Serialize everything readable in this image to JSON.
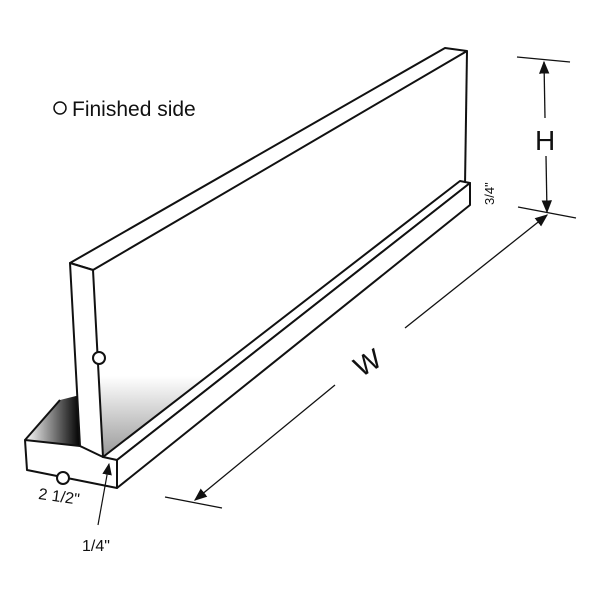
{
  "legend": {
    "symbol": "circle",
    "label": "Finished side"
  },
  "dimensions": {
    "height": "H",
    "width": "W",
    "lip_height": "3/4\"",
    "base_depth": "2 1/2\"",
    "panel_thickness": "1/4\""
  },
  "colors": {
    "line": "#111111",
    "background": "#ffffff"
  }
}
